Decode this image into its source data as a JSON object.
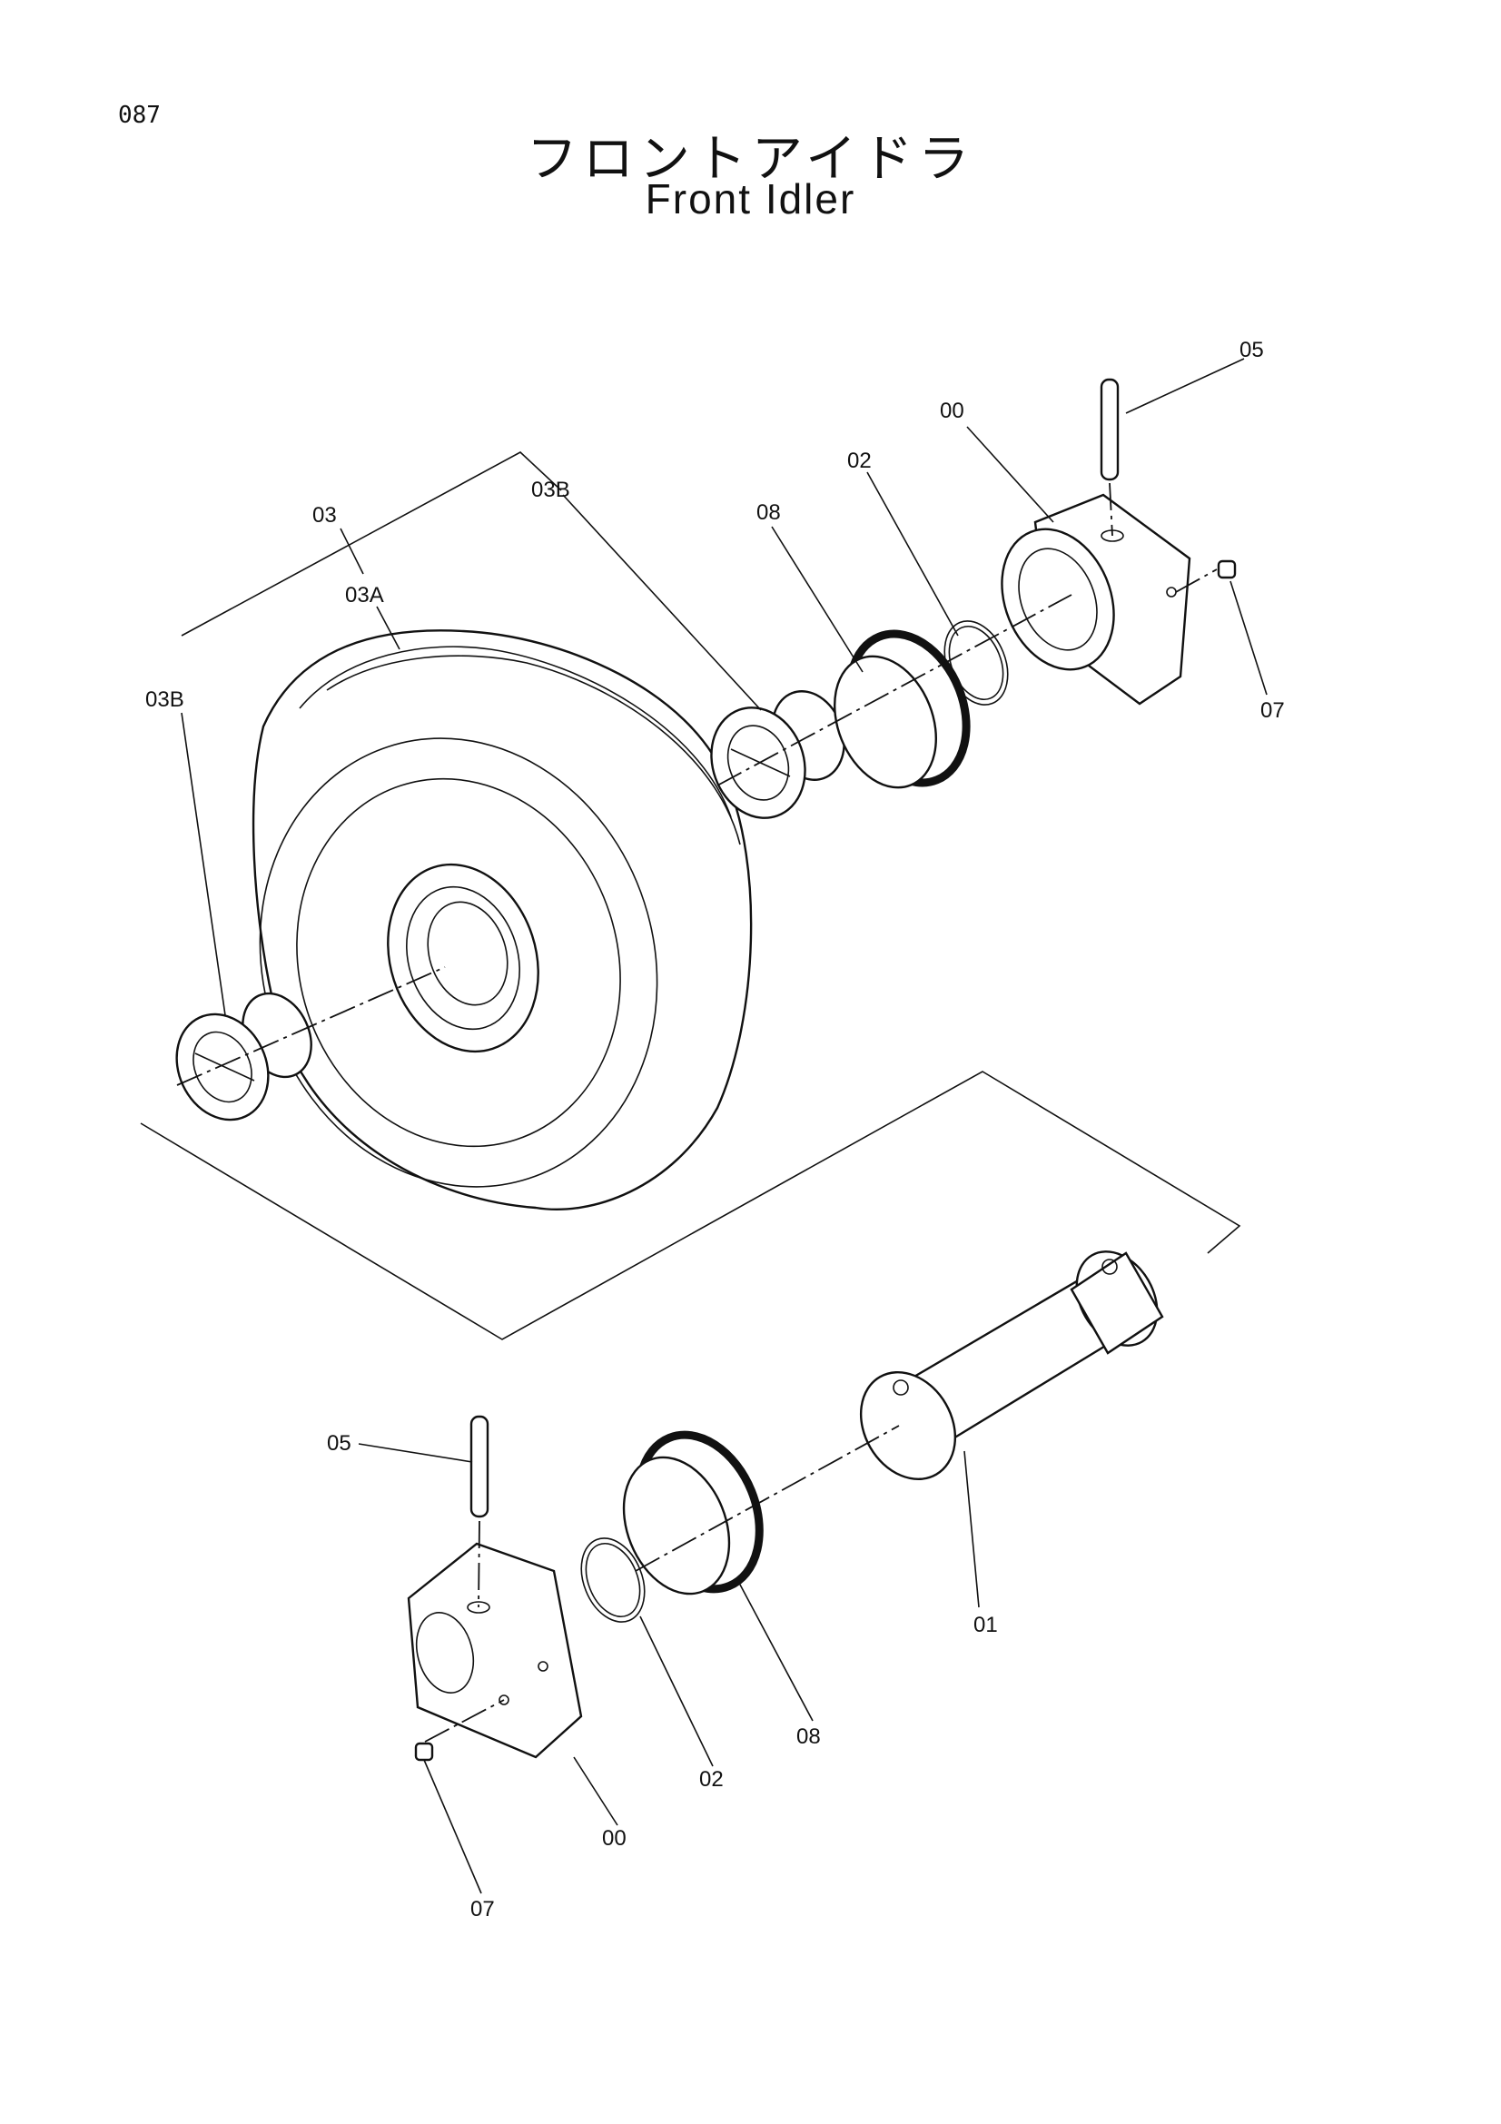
{
  "page": {
    "number": "087"
  },
  "title": {
    "japanese": "フロントアイドラ",
    "english": "Front Idler"
  },
  "callouts": [
    {
      "id": "c05-top",
      "text": "05"
    },
    {
      "id": "c00-top",
      "text": "00"
    },
    {
      "id": "c02-top",
      "text": "02"
    },
    {
      "id": "c08-top",
      "text": "08"
    },
    {
      "id": "c03b-top",
      "text": "03B"
    },
    {
      "id": "c03",
      "text": "03"
    },
    {
      "id": "c03a",
      "text": "03A"
    },
    {
      "id": "c03b-left",
      "text": "03B"
    },
    {
      "id": "c07-top",
      "text": "07"
    },
    {
      "id": "c05-bot",
      "text": "05"
    },
    {
      "id": "c01",
      "text": "01"
    },
    {
      "id": "c08-bot",
      "text": "08"
    },
    {
      "id": "c02-bot",
      "text": "02"
    },
    {
      "id": "c00-bot",
      "text": "00"
    },
    {
      "id": "c07-bot",
      "text": "07"
    }
  ],
  "colors": {
    "ink": "#111111",
    "paper": "#ffffff"
  }
}
